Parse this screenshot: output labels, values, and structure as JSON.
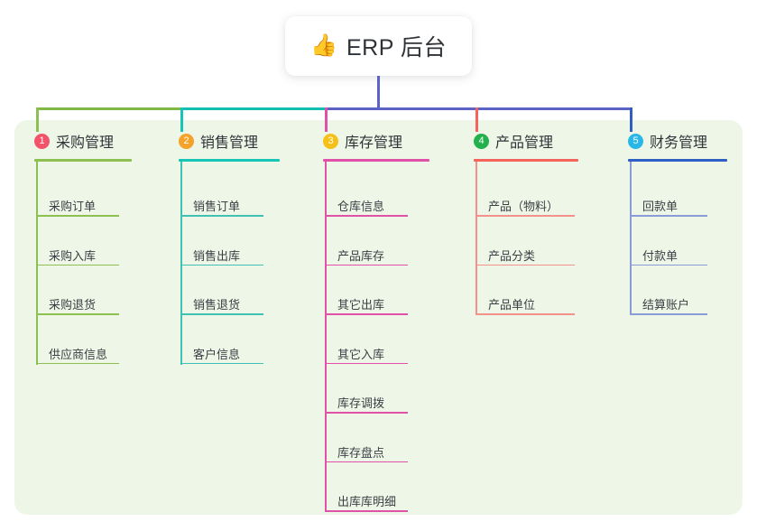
{
  "page": {
    "background": "#ffffff",
    "panel_color": "#eef7e7"
  },
  "root": {
    "icon": "thumbs-up-emoji",
    "emoji": "👍",
    "title": "ERP 后台",
    "stem_color": "#5b63c4"
  },
  "bus": {
    "segments": [
      {
        "name": "bus-segment-green",
        "color": "#7fb946"
      },
      {
        "name": "bus-segment-teal",
        "color": "#13bdb0"
      },
      {
        "name": "bus-segment-indigo",
        "color": "#5b63c4"
      }
    ]
  },
  "columns": [
    {
      "index": "1",
      "title": "采购管理",
      "badge_color": "#f2536a",
      "rule_color": "#8cc152",
      "line_color": "#8cc152",
      "items": [
        "采购订单",
        "采购入库",
        "采购退货",
        "供应商信息"
      ]
    },
    {
      "index": "2",
      "title": "销售管理",
      "badge_color": "#f5a22a",
      "rule_color": "#17c5b6",
      "line_color": "#3fc2b4",
      "items": [
        "销售订单",
        "销售出库",
        "销售退货",
        "客户信息"
      ]
    },
    {
      "index": "3",
      "title": "库存管理",
      "badge_color": "#f5c017",
      "rule_color": "#e052a8",
      "line_color": "#e052a8",
      "items": [
        "仓库信息",
        "产品库存",
        "其它出库",
        "其它入库",
        "库存调拨",
        "库存盘点",
        "出库库明细"
      ]
    },
    {
      "index": "4",
      "title": "产品管理",
      "badge_color": "#22b14c",
      "rule_color": "#f4645c",
      "line_color": "#f4918b",
      "items": [
        "产品（物料）",
        "产品分类",
        "产品单位"
      ]
    },
    {
      "index": "5",
      "title": "财务管理",
      "badge_color": "#29b6e8",
      "rule_color": "#2f5fc4",
      "line_color": "#8a9cd8",
      "items": [
        "回款单",
        "付款单",
        "结算账户"
      ]
    }
  ]
}
